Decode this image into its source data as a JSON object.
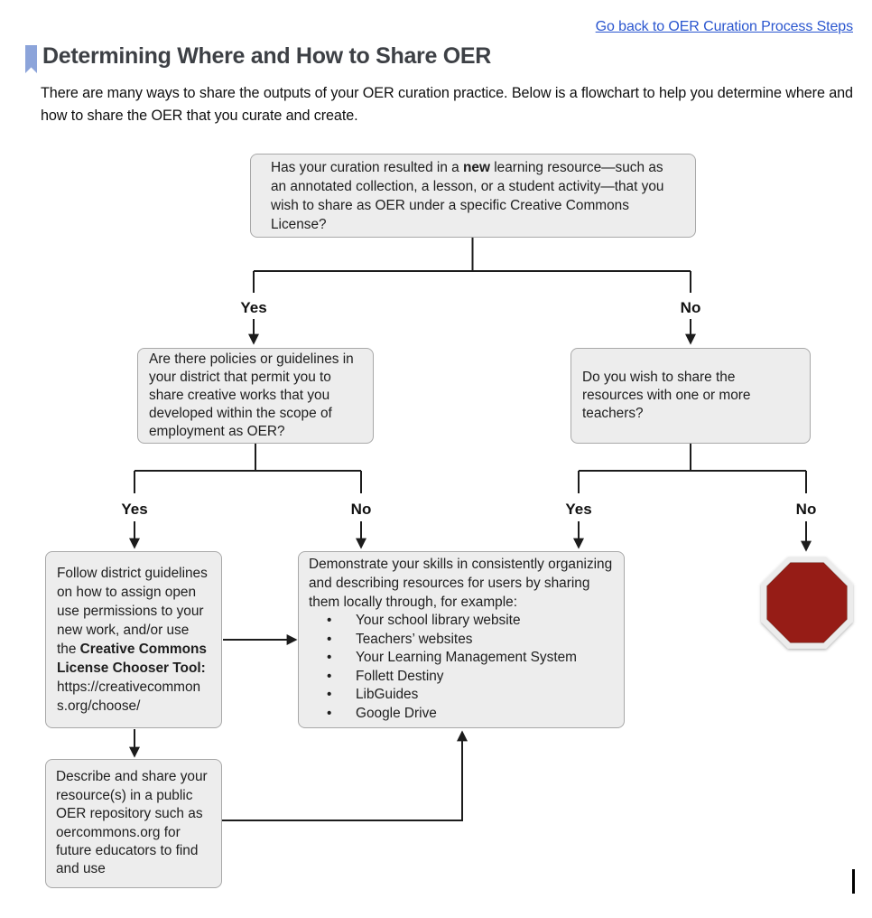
{
  "page": {
    "back_link": "Go back to OER Curation Process Steps",
    "title": "Determining Where and How to Share OER",
    "intro": "There are many ways to share the outputs of your OER curation practice. Below is a flowchart to help you determine where and how to share the OER that you curate and create."
  },
  "icons": {
    "bookmark": "bookmark-ribbon",
    "stop": "stop-octagon",
    "bullet": "•"
  },
  "colors": {
    "link_blue": "#2a56cf",
    "title_gray": "#3d4045",
    "bookmark_blue": "#8ca4da",
    "box_fill": "#ededed",
    "box_border": "#a8a8a8",
    "connector_black": "#1c1c1c",
    "stop_red": "#961d12",
    "stop_ring": "#ececec"
  },
  "flowchart": {
    "q_new_resource": {
      "text_before": "Has your curation resulted in a ",
      "bold": "new",
      "text_after": " learning resource—such as an annotated collection, a lesson, or a student activity—that you wish to share as OER under a specific Creative Commons License?"
    },
    "labels": {
      "yes1": "Yes",
      "no1": "No",
      "yes2": "Yes",
      "no2": "No",
      "yes3": "Yes",
      "no3": "No"
    },
    "q_policies": "Are there policies or guidelines in your district that permit you to share creative works that you developed within the scope of employment as OER?",
    "q_share_teachers": "Do you wish to share the resources with one or more teachers?",
    "follow_guidelines": {
      "text_before": "Follow district guidelines on how to assign open use permissions to your new work, and/or use the ",
      "bold": "Creative Commons License Chooser Tool:",
      "url": " https://creativecommons.org/choose/"
    },
    "demonstrate": {
      "intro": "Demonstrate your skills in consistently organizing and describing resources for users by sharing them locally through, for example:",
      "bullets": [
        "Your school library website",
        "Teachers’ websites",
        "Your Learning Management System",
        "Follett Destiny",
        "LibGuides",
        "Google Drive"
      ]
    },
    "describe_share": "Describe and share your resource(s) in a public OER repository such as oercommons.org for future educators to find and use"
  }
}
